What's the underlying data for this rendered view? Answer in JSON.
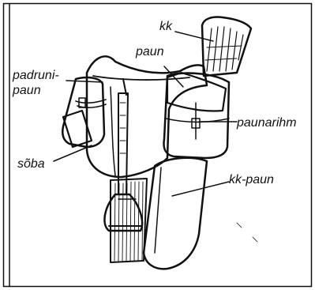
{
  "labels": {
    "rifle": "kk",
    "bag": "paun",
    "front_bag": "padruni-\npaun",
    "bag_strap": "paunarihm",
    "stirrup_strap": "sõba",
    "rifle_bag": "kk-paun"
  },
  "colors": {
    "ink": "#111111",
    "background": "#ffffff"
  }
}
